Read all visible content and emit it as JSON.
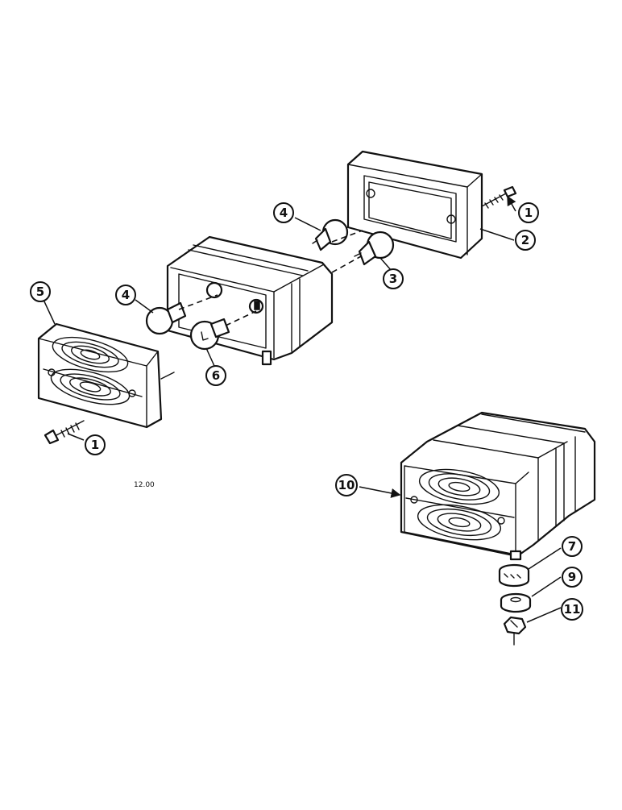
{
  "callouts": {
    "c1a": "1",
    "c2": "2",
    "c4a": "4",
    "c3": "3",
    "c5": "5",
    "c4b": "4",
    "c6": "6",
    "c1b": "1",
    "c10": "10",
    "c7": "7",
    "c9": "9",
    "c11": "11"
  },
  "figure_code": "12.00"
}
